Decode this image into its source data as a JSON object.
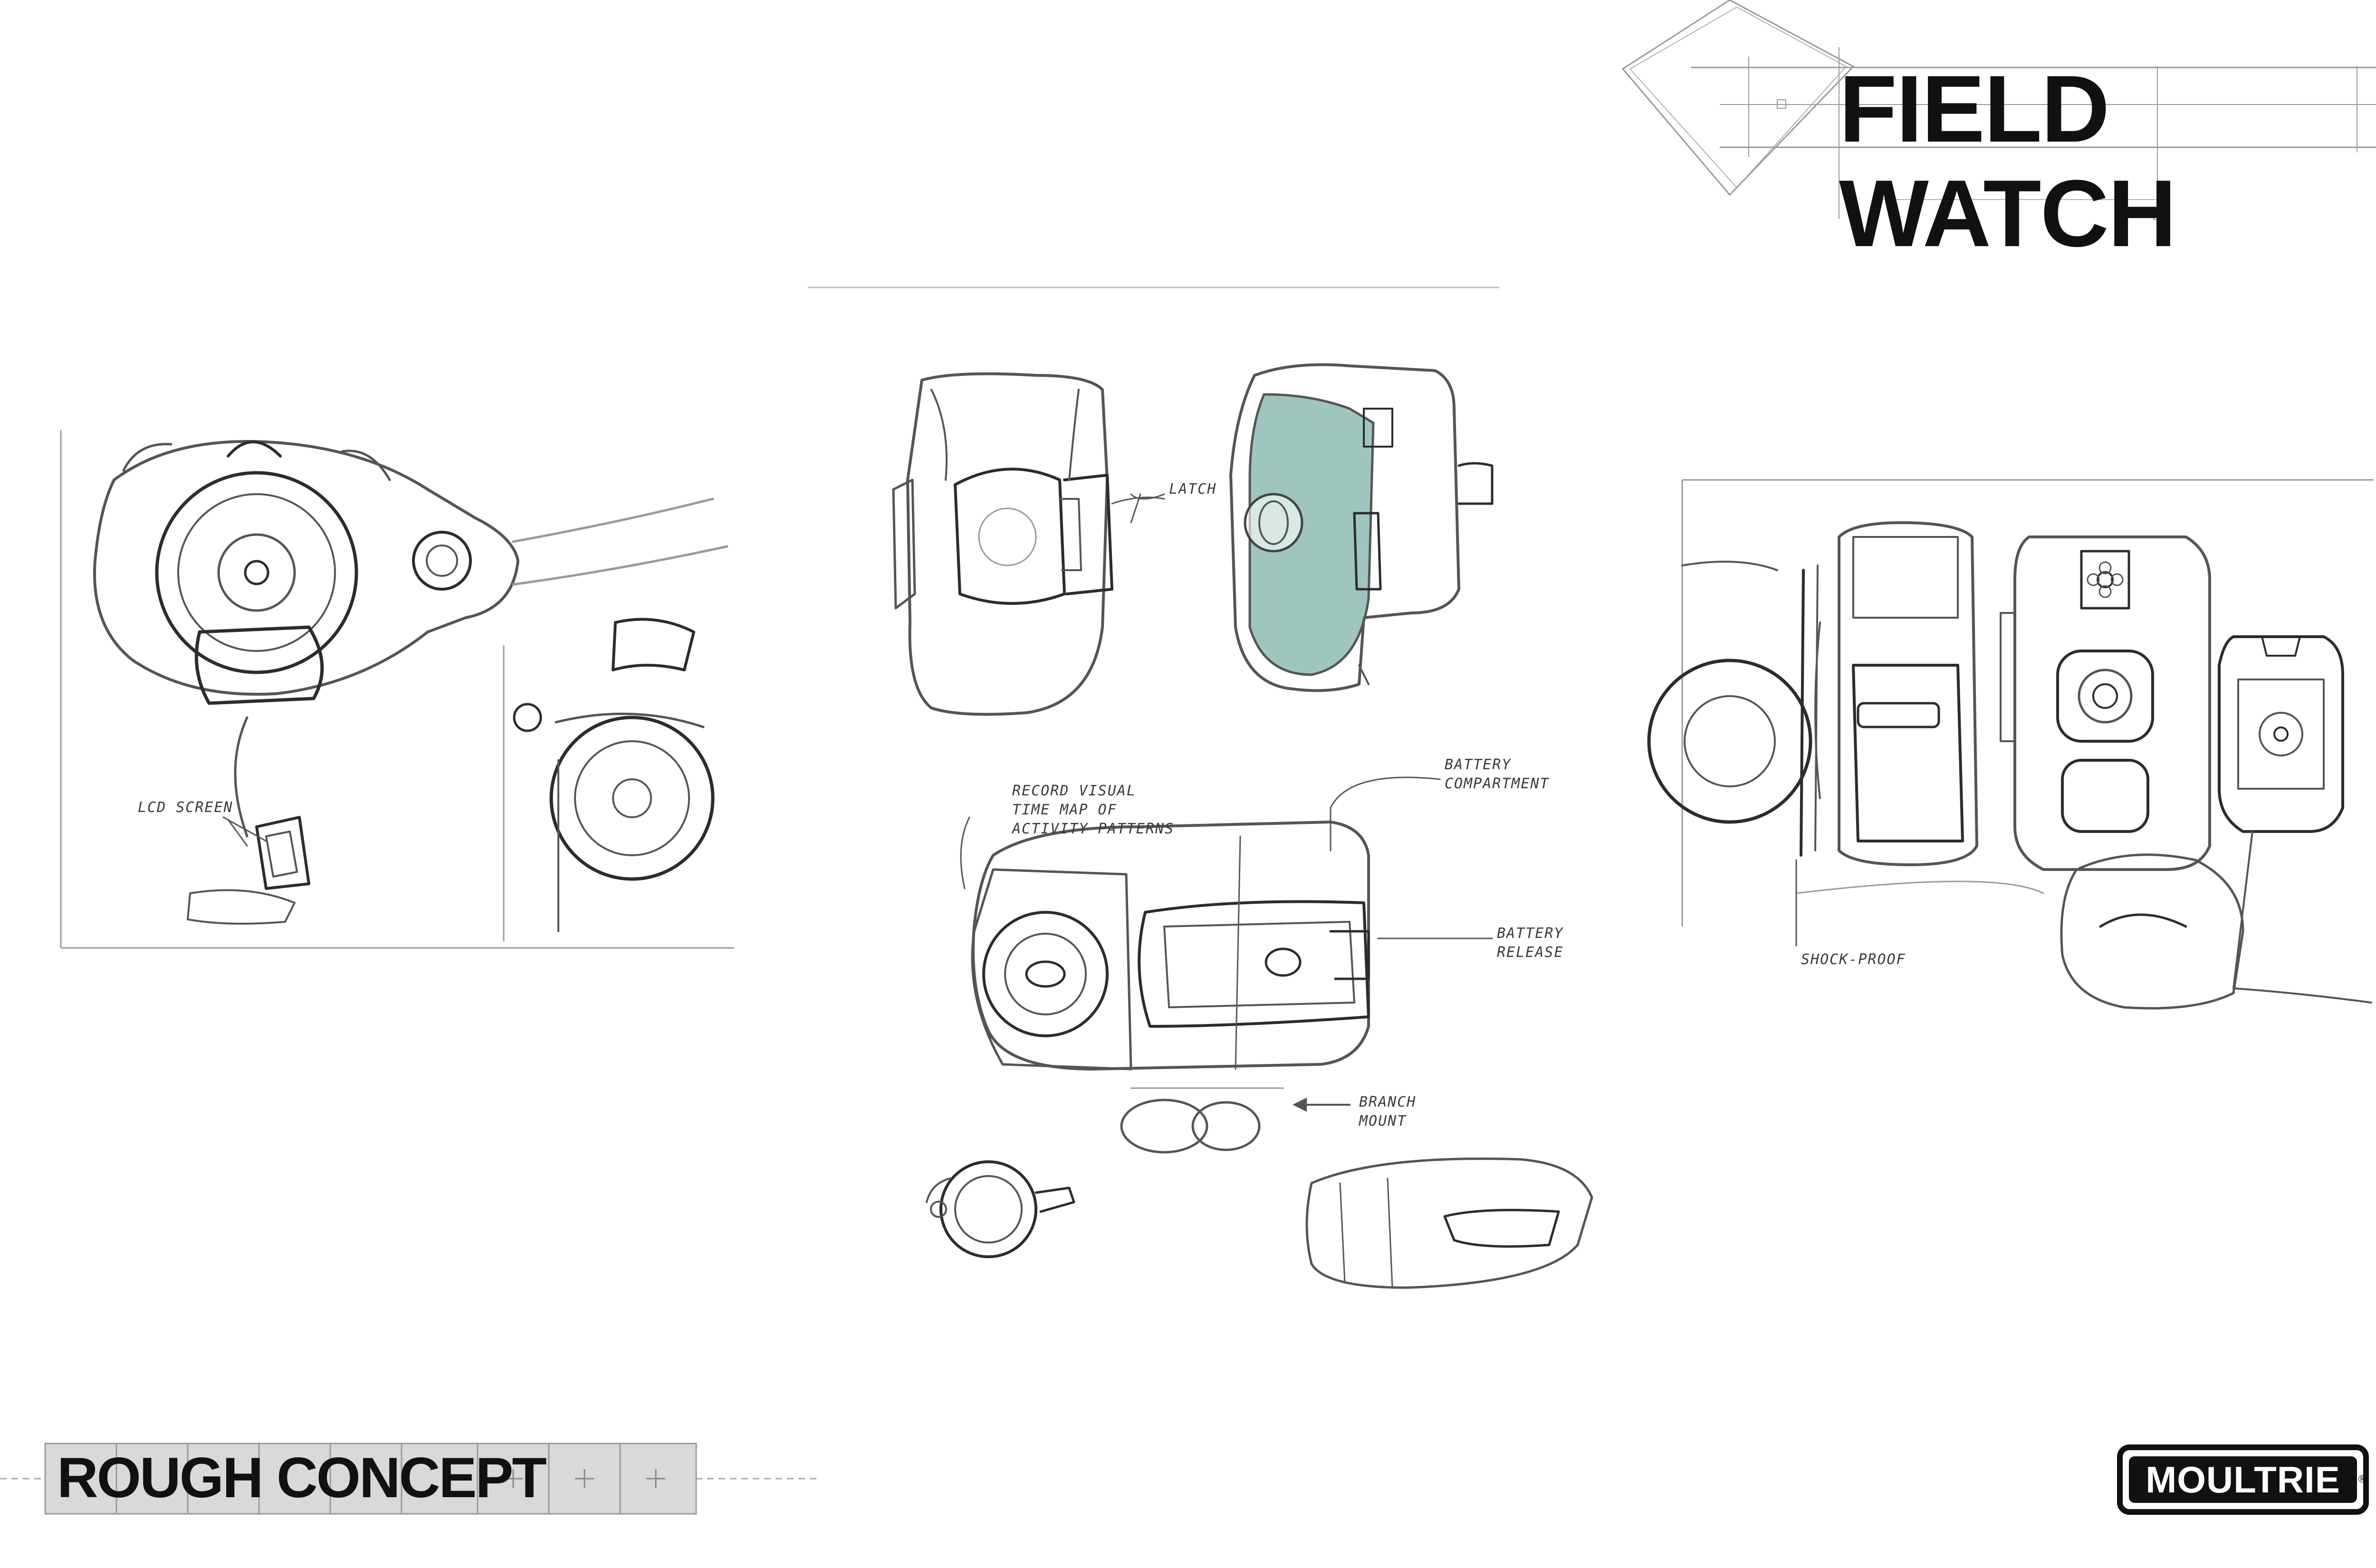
{
  "header": {
    "title": "FIELD WATCH"
  },
  "footer": {
    "stage_label": "ROUGH CONCEPT"
  },
  "brand": {
    "logo_text": "MOULTRIE",
    "registered_mark": "®"
  },
  "annotations": {
    "lcd_screen": "LCD SCREEN",
    "latch": "LATCH",
    "record_visual": "RECORD VISUAL\nTIME MAP OF\nACTIVITY PATTERNS",
    "battery_compartment": "BATTERY\nCOMPARTMENT",
    "battery_release": "BATTERY\nRELEASE",
    "branch_mount": "BRANCH\nMOUNT",
    "shock_proof": "SHOCK-PROOF"
  },
  "colors": {
    "ink": "#111111",
    "pencil": "#555555",
    "accent_teal": "#7fb3a8",
    "guide_gray": "#9a9a9a"
  }
}
